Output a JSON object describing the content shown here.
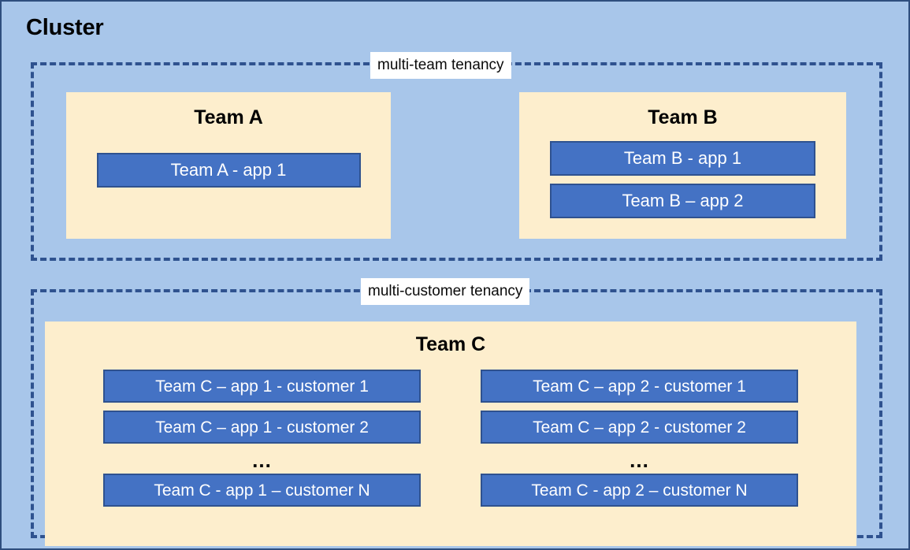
{
  "diagram": {
    "title": "Cluster",
    "colors": {
      "cluster_background": "#A8C6EA",
      "cluster_border": "#2F4E7E",
      "zone_border": "#2F528F",
      "team_panel": "#FDEECD",
      "app_fill": "#4472C4",
      "app_border": "#2F528F",
      "app_text": "#FFFFFF",
      "label_chip": "#FFFFFF"
    },
    "zones": [
      {
        "id": "multi-team-tenancy",
        "label": "multi-team tenancy",
        "teams": [
          {
            "id": "team-a",
            "title": "Team A",
            "apps": [
              "Team A - app 1"
            ]
          },
          {
            "id": "team-b",
            "title": "Team B",
            "apps": [
              "Team B - app 1",
              "Team B – app 2"
            ]
          }
        ]
      },
      {
        "id": "multi-customer-tenancy",
        "label": "multi-customer tenancy",
        "teams": [
          {
            "id": "team-c",
            "title": "Team C",
            "columns": [
              {
                "id": "team-c-app-1",
                "apps_top": [
                  "Team C – app 1 - customer 1",
                  "Team C – app 1 - customer 2"
                ],
                "ellipsis": "...",
                "apps_bottom": [
                  "Team C - app 1 – customer N"
                ]
              },
              {
                "id": "team-c-app-2",
                "apps_top": [
                  "Team C – app 2 - customer 1",
                  "Team C – app 2 - customer 2"
                ],
                "ellipsis": "...",
                "apps_bottom": [
                  "Team C - app 2 – customer N"
                ]
              }
            ]
          }
        ]
      }
    ]
  }
}
